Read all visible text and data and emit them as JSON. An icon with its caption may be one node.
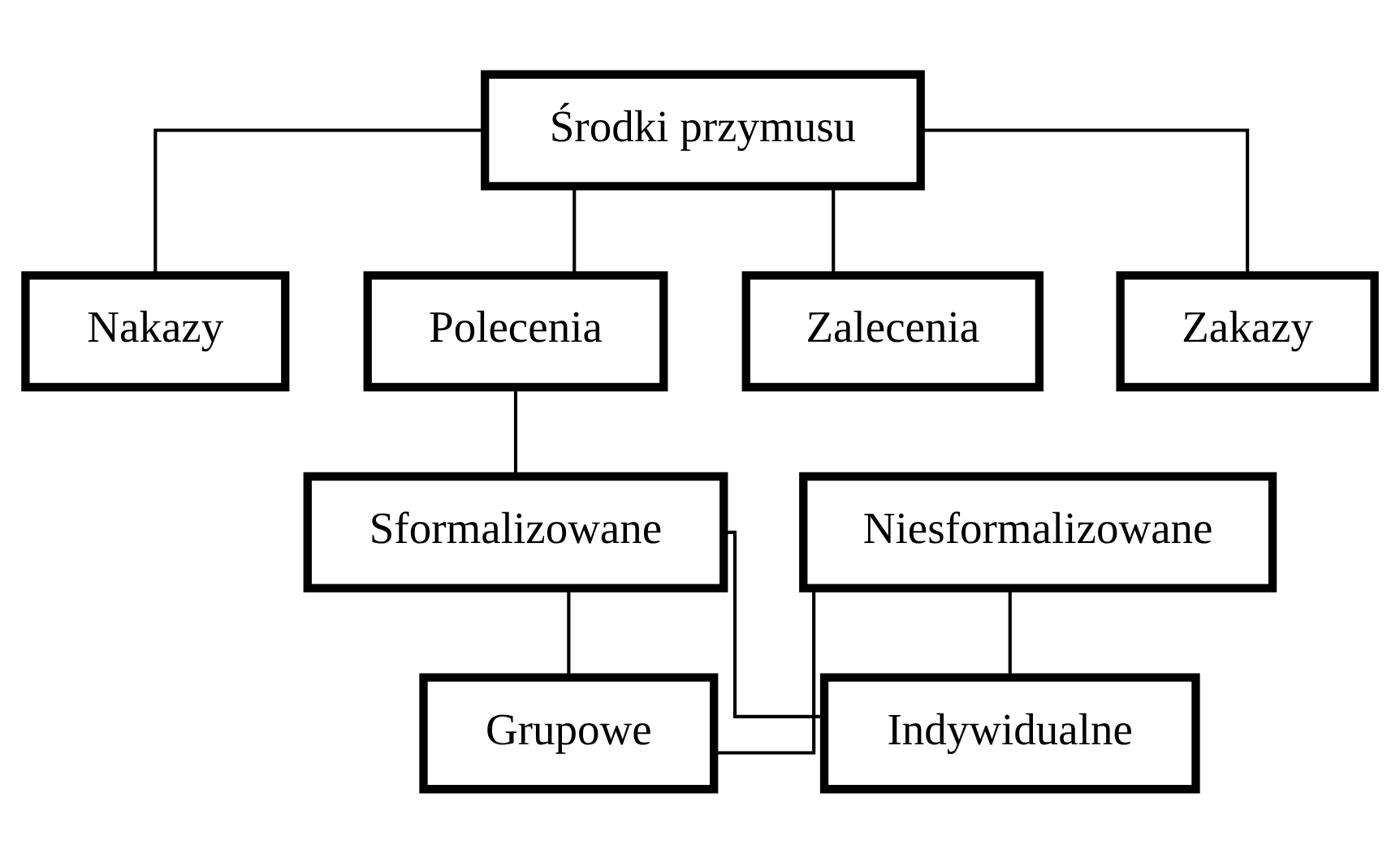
{
  "diagram": {
    "nodes": [
      {
        "text": [
          "Środki przymusu"
        ]
      },
      {
        "text": [
          "Nakazy"
        ]
      },
      {
        "text": [
          "Polecenia"
        ]
      },
      {
        "text": [
          "Zalecenia"
        ]
      },
      {
        "text": [
          "Zakazy"
        ]
      },
      {
        "text": [
          "Sformalizowane"
        ]
      },
      {
        "text": [
          "Niesformalizowane"
        ]
      },
      {
        "text": [
          "Grupowe"
        ]
      },
      {
        "text": [
          "Indywidualne"
        ]
      }
    ],
    "edges": [
      {
        "from": 0,
        "to": 4,
        "arrow": "none"
      },
      {
        "from": 0,
        "to": 1,
        "arrow": "none"
      },
      {
        "from": 0,
        "to": 2,
        "arrow": "none"
      },
      {
        "from": 0,
        "to": 3,
        "arrow": "none"
      },
      {
        "from": 2,
        "to": 5,
        "arrow": "none"
      },
      {
        "from": 5,
        "to": 7,
        "arrow": "none"
      },
      {
        "from": 5,
        "to": 8,
        "arrow": "none"
      },
      {
        "from": 6,
        "to": 7,
        "arrow": "none"
      },
      {
        "from": 6,
        "to": 8,
        "arrow": "none"
      }
    ]
  }
}
